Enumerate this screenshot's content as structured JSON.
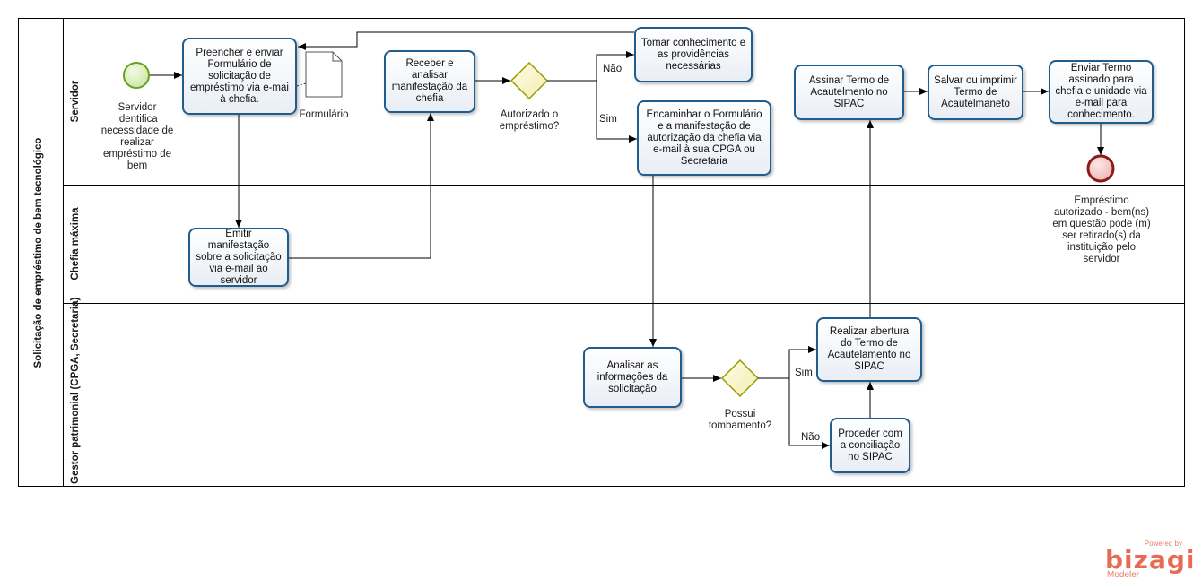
{
  "pool": {
    "title": "Solicitação de empréstimo de bem tecnológico"
  },
  "lanes": [
    {
      "title": "Servidor"
    },
    {
      "title": "Chefia máxima"
    },
    {
      "title": "Gestor patrimonial (CPGA, Secretaria)"
    }
  ],
  "events": {
    "start_label": "Servidor identifica necessidade de realizar empréstimo de bem",
    "end_label": "Empréstimo autorizado - bem(ns) em questão pode (m) ser retirado(s) da instituição pelo servidor"
  },
  "tasks": {
    "preencher": "Preencher e enviar Formulário de solicitação de empréstimo via e-mai à chefia.",
    "emitir": "Emitir manifestação sobre a solicitação via e-mail ao servidor",
    "receber": "Receber e analisar manifestação da chefia",
    "tomar": "Tomar conhecimento e as providências necessárias",
    "encaminhar": "Encaminhar o Formulário e a manifestação de autorização da chefia via e-mail à sua CPGA ou Secretaria",
    "analisar": "Analisar as informações da solicitação",
    "realizar": "Realizar abertura do Termo de Acautelamento no SIPAC",
    "proceder": "Proceder com a conciliação no SIPAC",
    "assinar": "Assinar Termo de Acautelmento no SIPAC",
    "salvar": "Salvar ou imprimir Termo de Acautelmaneto",
    "enviar": "Enviar Termo assinado para chefia e unidade via e-mail para conhecimento."
  },
  "artifacts": {
    "formulario": "Formulário"
  },
  "gateways": {
    "autorizado": "Autorizado o empréstimo?",
    "possui": "Possui tombamento?"
  },
  "edge_labels": {
    "nao1": "Não",
    "sim1": "Sim",
    "sim2": "Sim",
    "nao2": "Não"
  },
  "logo": {
    "powered": "Powered by",
    "brand": "bizagi",
    "sub": "Modeler"
  }
}
